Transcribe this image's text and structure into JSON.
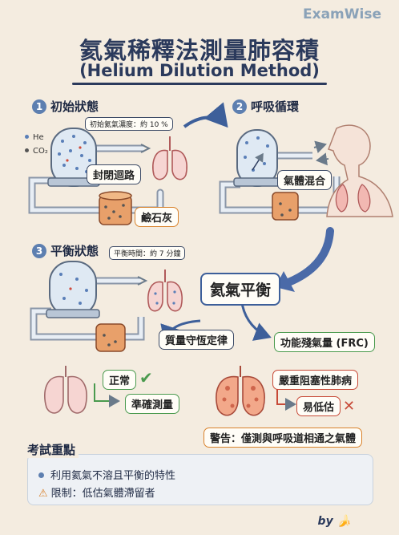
{
  "brand": "ExamWise",
  "title_zh": "氦氣稀釋法測量肺容積",
  "title_en": "(Helium Dilution Method)",
  "steps": {
    "s1": {
      "num": "1",
      "label": "初始狀態"
    },
    "s2": {
      "num": "2",
      "label": "呼吸循環"
    },
    "s3": {
      "num": "3",
      "label": "平衡狀態"
    }
  },
  "legend": {
    "he": "He",
    "co2": "CO₂",
    "he_color": "#5a7fb8",
    "co2_color": "#555555"
  },
  "labels": {
    "initial_concentration": "初始氦氣濃度：約 10 %",
    "closed_circuit": "封閉迴路",
    "soda_lime": "鹼石灰",
    "gas_mixing": "氣體混合",
    "equilibrium_time": "平衡時間：約 7 分鐘",
    "helium_equilibrium": "氦氣平衡",
    "mass_conservation": "質量守恆定律",
    "frc": "功能殘氣量 (FRC)",
    "normal": "正常",
    "accurate": "準確測量",
    "severe_obstruction": "嚴重阻塞性肺病",
    "underestimate": "易低估",
    "warning": "警告：僅測與呼吸道相通之氣體"
  },
  "exam": {
    "title": "考試重點",
    "point1": "利用氦氣不溶且平衡的特性",
    "point2": "限制：低估氣體滯留者"
  },
  "signature": "by 🍌",
  "colors": {
    "accent": "#3d5f9a",
    "good": "#4a9a4e",
    "bad": "#c74a38",
    "warn": "#d9822b"
  }
}
